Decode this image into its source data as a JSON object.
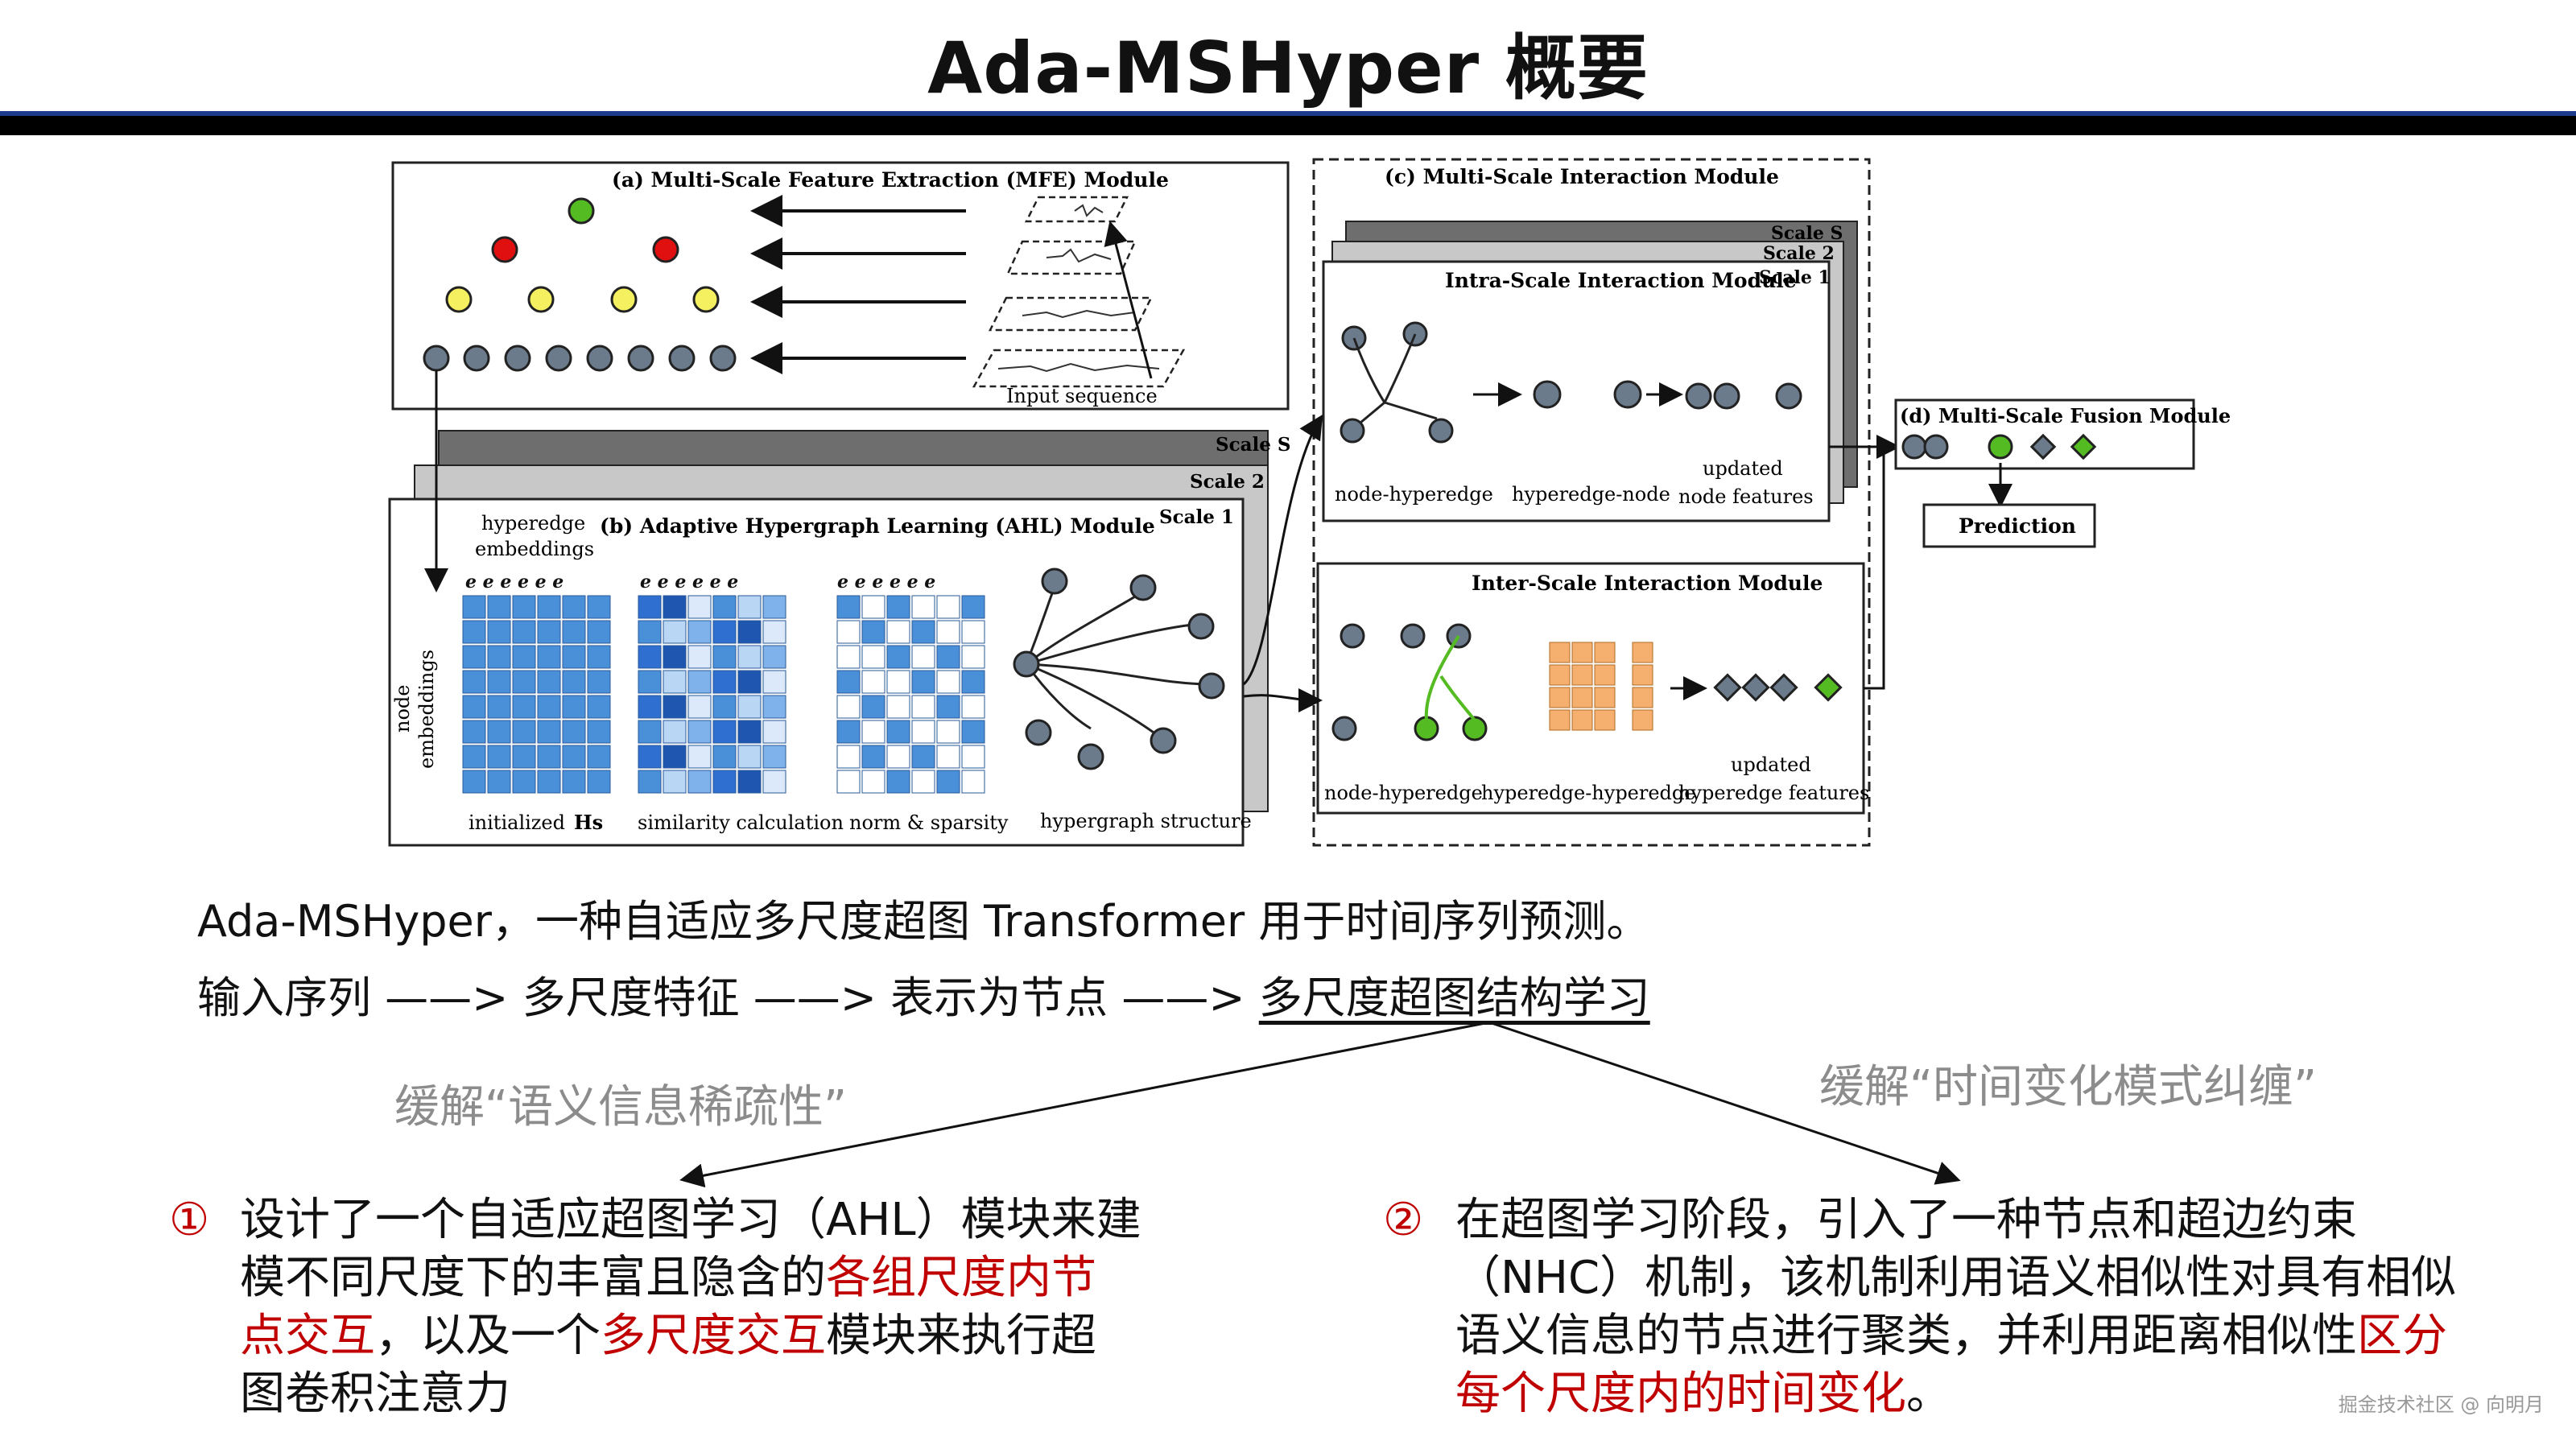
{
  "title": "Ada-MSHyper 概要",
  "diagram": {
    "mfe_title": "(a) Multi-Scale Feature Extraction (MFE) Module",
    "input_sequence": "Input sequence",
    "scale_s": "Scale S",
    "scale_2": "Scale 2",
    "scale_1": "Scale 1",
    "ahl_title": "(b) Adaptive Hypergraph Learning (AHL) Module",
    "hyperedge_embeddings_1": "hyperedge",
    "hyperedge_embeddings_2": "embeddings",
    "node_embeddings_1": "node",
    "node_embeddings_2": "embeddings",
    "initialized": "initialized",
    "h_symbol": "Hs",
    "similarity": "similarity calculation",
    "norm": "norm & sparsity",
    "hg_structure": "hypergraph structure",
    "msi_title": "(c) Multi-Scale Interaction Module",
    "intra_title": "Intra-Scale Interaction Module",
    "inter_title": "Inter-Scale Interaction Module",
    "node_hyperedge": "node-hyperedge",
    "hyperedge_node": "hyperedge-node",
    "updated": "updated",
    "node_features": "node features",
    "hyperedge_hyperedge": "hyperedge-hyperedge",
    "hyperedge_features": "hyperedge features",
    "fusion_title": "(d) Multi-Scale Fusion Module",
    "prediction": "Prediction"
  },
  "text": {
    "line1": "Ada-MSHyper，一种自适应多尺度超图 Transformer 用于时间序列预测。",
    "line2_a": "输入序列 ——> 多尺度特征 ——> 表示为节点 ——> ",
    "line2_b": "多尺度超图结构学习",
    "left_note": "缓解“语义信息稀疏性”",
    "right_note": "缓解“时间变化模式纠缠”",
    "p1_num": "①",
    "p1_l1": "设计了一个自适应超图学习（AHL）模块来建",
    "p1_l2a": "模不同尺度下的丰富且隐含的",
    "p1_l2b": "各组尺度内节",
    "p1_l3a": "点交互",
    "p1_l3b": "，以及一个",
    "p1_l3c": "多尺度交互",
    "p1_l3d": "模块来执行超",
    "p1_l4": "图卷积注意力",
    "p2_num": "②",
    "p2_l1": "在超图学习阶段，引入了一种节点和超边约束",
    "p2_l2": "（NHC）机制，该机制利用语义相似性对具有相似",
    "p2_l3a": "语义信息的节点进行聚类，并利用距离相似性",
    "p2_l3b": "区分",
    "p2_l4a": "每个尺度内的时间变化",
    "p2_l4b": "。",
    "watermark": "掘金技术社区 @ 向明月"
  },
  "colors": {
    "accent_red": "#c00000",
    "note_gray": "#8c8c8c",
    "cell_blue": "#4a90d9",
    "cell_orange": "#f5b070",
    "node_green": "#55bb22"
  }
}
